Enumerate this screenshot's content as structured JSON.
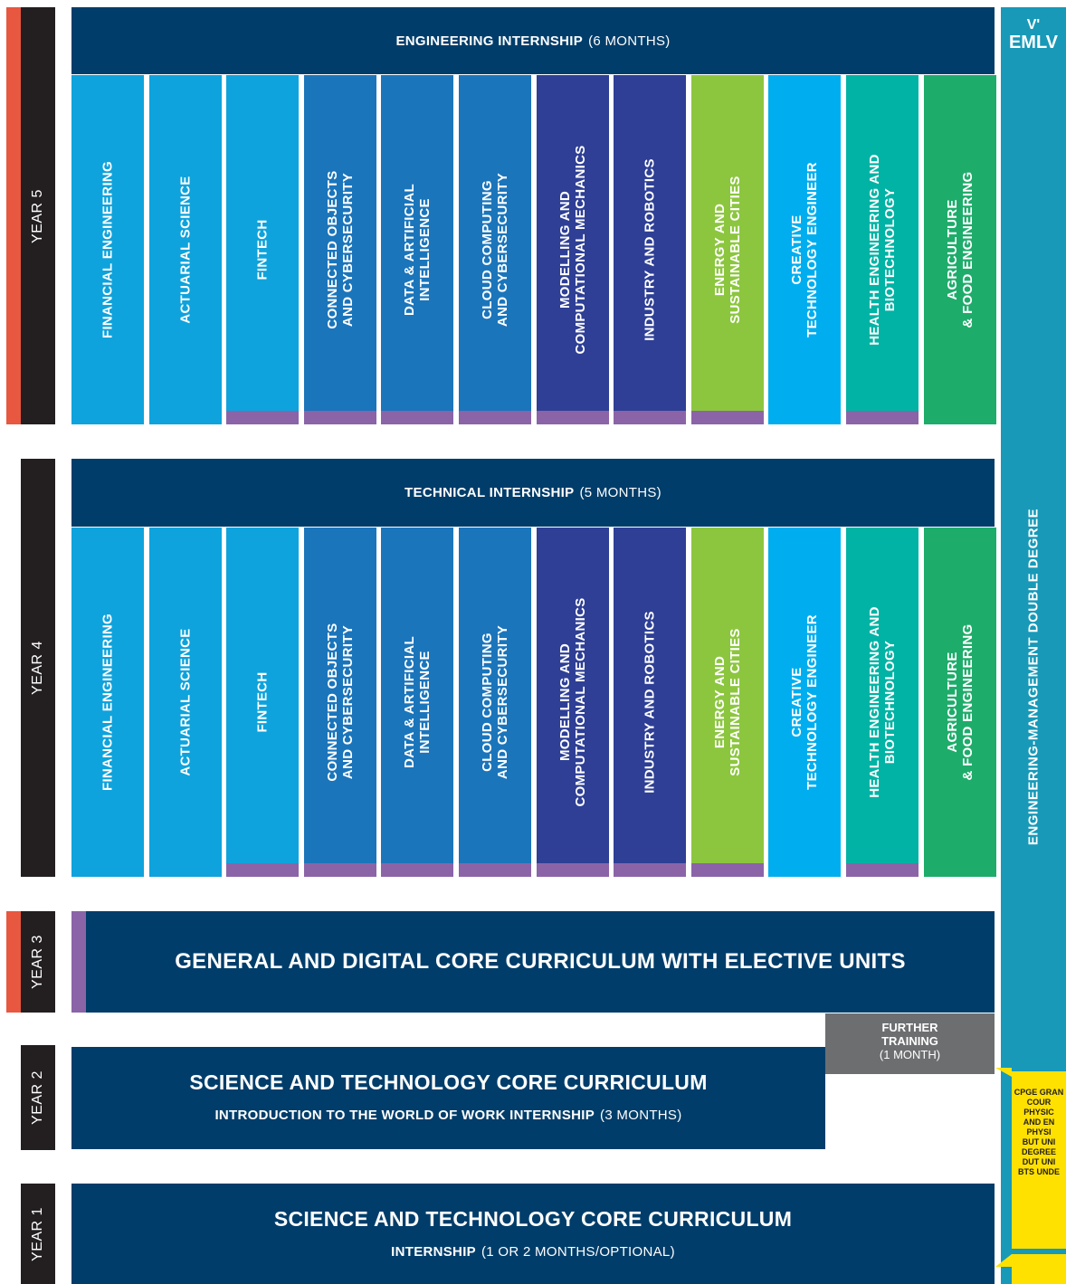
{
  "brand": {
    "logo_mark": "V'",
    "logo_text": "EMLV"
  },
  "side_label": "ENGINEERING-MANAGEMENT DOUBLE DEGREE",
  "years": {
    "y5": "YEAR 5",
    "y4": "YEAR 4",
    "y3": "YEAR 3",
    "y2": "YEAR 2",
    "y1": "YEAR 1"
  },
  "year5": {
    "internship_bold": "ENGINEERING INTERNSHIP",
    "internship_rest": "(6 MONTHS)"
  },
  "year4": {
    "internship_bold": "TECHNICAL INTERNSHIP",
    "internship_rest": "(5 MONTHS)"
  },
  "tracks": [
    {
      "label": "FINANCIAL ENGINEERING",
      "color": "#0ea3dc",
      "strip": false
    },
    {
      "label": "ACTUARIAL SCIENCE",
      "color": "#0ea3dc",
      "strip": false
    },
    {
      "label": "FINTECH",
      "color": "#0ea3dc",
      "strip": true
    },
    {
      "label": "CONNECTED OBJECTS\nAND CYBERSECURITY",
      "color": "#1b75bb",
      "strip": true
    },
    {
      "label": "DATA & ARTIFICIAL\nINTELLIGENCE",
      "color": "#1b75bb",
      "strip": true
    },
    {
      "label": "CLOUD COMPUTING\nAND CYBERSECURITY",
      "color": "#1b75bb",
      "strip": true
    },
    {
      "label": "MODELLING AND\nCOMPUTATIONAL MECHANICS",
      "color": "#2e3f95",
      "strip": true
    },
    {
      "label": "INDUSTRY AND ROBOTICS",
      "color": "#2e3f95",
      "strip": true
    },
    {
      "label": "ENERGY AND\nSUSTAINABLE CITIES",
      "color": "#8cc63f",
      "strip": true
    },
    {
      "label": "CREATIVE\nTECHNOLOGY ENGINEER",
      "color": "#00aeef",
      "strip": false
    },
    {
      "label": "HEALTH ENGINEERING AND\nBIOTECHNOLOGY",
      "color": "#00b3a4",
      "strip": true
    },
    {
      "label": "AGRICULTURE\n& FOOD ENGINEERING",
      "color": "#1eac6b",
      "strip": false
    }
  ],
  "year3": {
    "title": "GENERAL AND DIGITAL CORE CURRICULUM WITH ELECTIVE UNITS"
  },
  "further_training": {
    "line1": "FURTHER",
    "line2": "TRAINING",
    "line3": "(1 MONTH)"
  },
  "year2": {
    "title": "SCIENCE AND TECHNOLOGY CORE CURRICULUM",
    "sub_bold": "INTRODUCTION TO THE WORLD OF WORK INTERNSHIP",
    "sub_rest": "(3 MONTHS)"
  },
  "year1": {
    "title": "SCIENCE AND TECHNOLOGY CORE CURRICULUM",
    "sub_bold": "INTERNSHIP",
    "sub_rest": "(1 OR 2 MONTHS/OPTIONAL)"
  },
  "admissions_note": [
    "CPGE GRAN",
    "COUR",
    "PHYSIC",
    "AND EN",
    "PHYSI",
    "BUT UNI",
    "DEGREE",
    "DUT UNI",
    "BTS UNDE"
  ]
}
